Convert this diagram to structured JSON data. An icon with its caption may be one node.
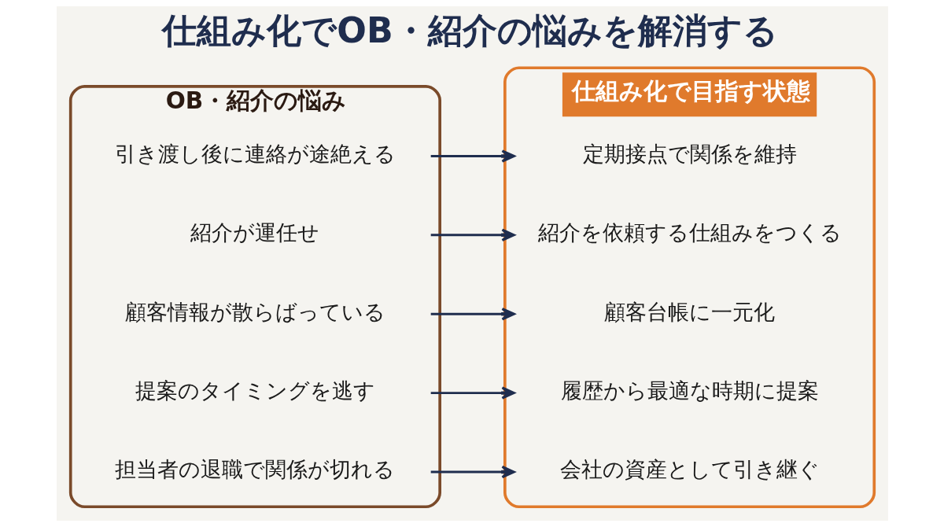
{
  "diagram": {
    "title": "仕組み化でOB・紹介の悩みを解消する",
    "nodes": [
      {
        "text": [
          "OB・紹介の悩み"
        ]
      },
      {
        "text": [
          "引き渡し後に連絡が途絶える"
        ],
        "in": 0
      },
      {
        "text": [
          "紹介が運任せ"
        ],
        "in": 0
      },
      {
        "text": [
          "顧客情報が散らばっている"
        ],
        "in": 0
      },
      {
        "text": [
          "提案のタイミングを逃す"
        ],
        "in": 0
      },
      {
        "text": [
          "担当者の退職で関係が切れる"
        ],
        "in": 0
      },
      {
        "text": [
          "仕組み化で目指す状態"
        ]
      },
      {
        "text": [
          "定期接点で関係を維持"
        ],
        "in": 6
      },
      {
        "text": [
          "紹介を依頼する仕組みをつくる"
        ],
        "in": 6
      },
      {
        "text": [
          "顧客台帳に一元化"
        ],
        "in": 6
      },
      {
        "text": [
          "履歴から最適な時期に提案"
        ],
        "in": 6
      },
      {
        "text": [
          "会社の資産として引き継ぐ"
        ],
        "in": 6
      }
    ],
    "edges": [
      {
        "from": 1,
        "to": 7,
        "arrow": "to"
      },
      {
        "from": 2,
        "to": 8,
        "arrow": "to"
      },
      {
        "from": 3,
        "to": 9,
        "arrow": "to"
      },
      {
        "from": 4,
        "to": 10,
        "arrow": "to"
      },
      {
        "from": 5,
        "to": 11,
        "arrow": "to"
      }
    ]
  }
}
